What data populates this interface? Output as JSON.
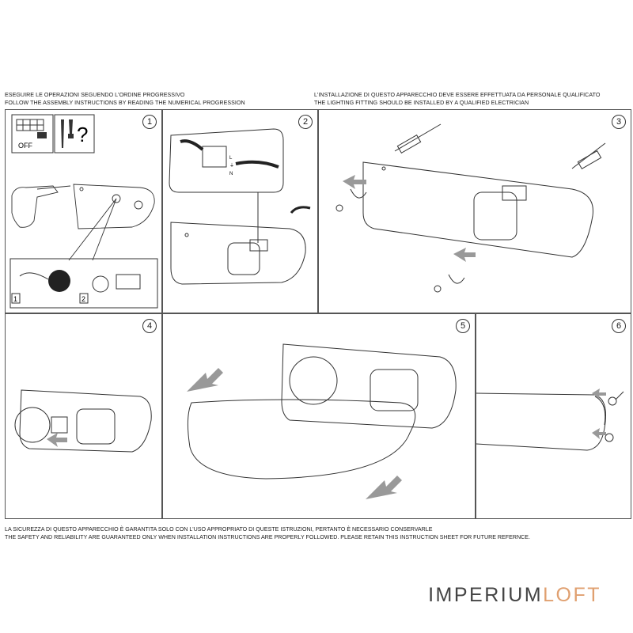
{
  "header": {
    "left_line1": "ESEGUIRE LE OPERAZIONI SEGUENDO L'ORDINE PROGRESSIVO",
    "left_line2": "FOLLOW THE ASSEMBLY INSTRUCTIONS BY READING THE NUMERICAL PROGRESSION",
    "right_line1": "L'INSTALLAZIONE DI QUESTO APPARECCHIO DEVE ESSERE EFFETTUATA DA PERSONALE QUALIFICATO",
    "right_line2": "THE LIGHTING FITTING SHOULD BE INSTALLED BY A QUALIFIED ELECTRICIAN"
  },
  "steps": [
    {
      "number": "1",
      "off_label": "OFF",
      "question_mark": "?",
      "substep_a": "1",
      "substep_b": "2"
    },
    {
      "number": "2",
      "wire_letters": [
        "L",
        "⏚",
        "N"
      ]
    },
    {
      "number": "3"
    },
    {
      "number": "4"
    },
    {
      "number": "5"
    },
    {
      "number": "6"
    }
  ],
  "footer": {
    "line1": "LA SICUREZZA DI QUESTO APPARECCHIO È GARANTITA SOLO CON L'USO APPROPRIATO DI QUESTE ISTRUZIONI, PERTANTO È NECESSARIO CONSERVARLE",
    "line2": "THE SAFETY AND RELIABILITY ARE GUARANTEED ONLY WHEN INSTALLATION INSTRUCTIONS ARE PROPERLY FOLLOWED. PLEASE RETAIN THIS INSTRUCTION SHEET FOR FUTURE REFERNCE."
  },
  "brand": {
    "part1": "IMPERIUM",
    "part2": "LOFT",
    "color_part1": "#444444",
    "color_part2": "#e0a070"
  },
  "colors": {
    "line": "#333333",
    "arrow_fill": "#999999",
    "panel_border": "#555555"
  }
}
